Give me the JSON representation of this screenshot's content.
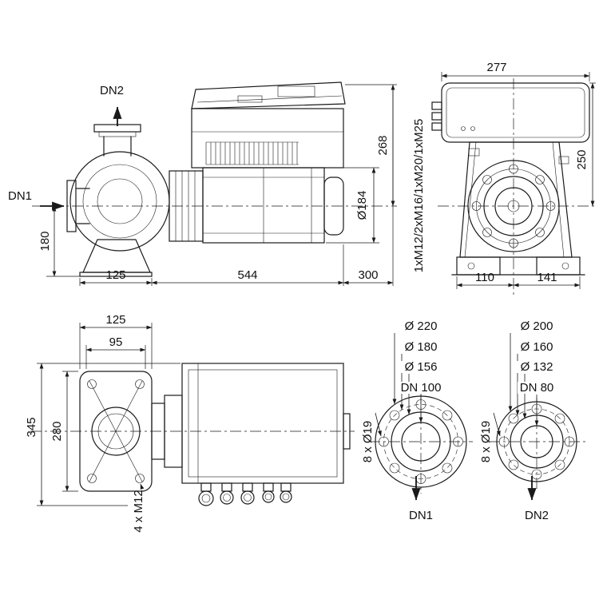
{
  "side_view": {
    "dn2": "DN2",
    "dn1": "DN1",
    "dim_height": "180",
    "dim_flange_offset": "125",
    "dim_length": "544",
    "dim_clearance": "300",
    "dim_module_height": "268",
    "dim_motor_diameter": "Ø184"
  },
  "front_view": {
    "dim_width": "277",
    "dim_height": "250",
    "dim_foot_left": "110",
    "dim_foot_right": "141",
    "cable_gland_note": "1xM12/2xM16/1xM20/1xM25"
  },
  "top_view": {
    "dim_flange_width": "125",
    "dim_port_width": "95",
    "dim_total_width": "345",
    "dim_plate_width": "280",
    "bolt_note": "4 x M12"
  },
  "flange_dn1": {
    "outer_diameter": "Ø 220",
    "bolt_circle_diameter": "Ø 180",
    "face_diameter": "Ø 156",
    "nominal_diameter": "DN 100",
    "holes_note": "8 x Ø19",
    "port_label": "DN1"
  },
  "flange_dn2": {
    "outer_diameter": "Ø 200",
    "bolt_circle_diameter": "Ø 160",
    "face_diameter": "Ø 132",
    "nominal_diameter": "DN 80",
    "holes_note": "8 x Ø19",
    "port_label": "DN2"
  }
}
